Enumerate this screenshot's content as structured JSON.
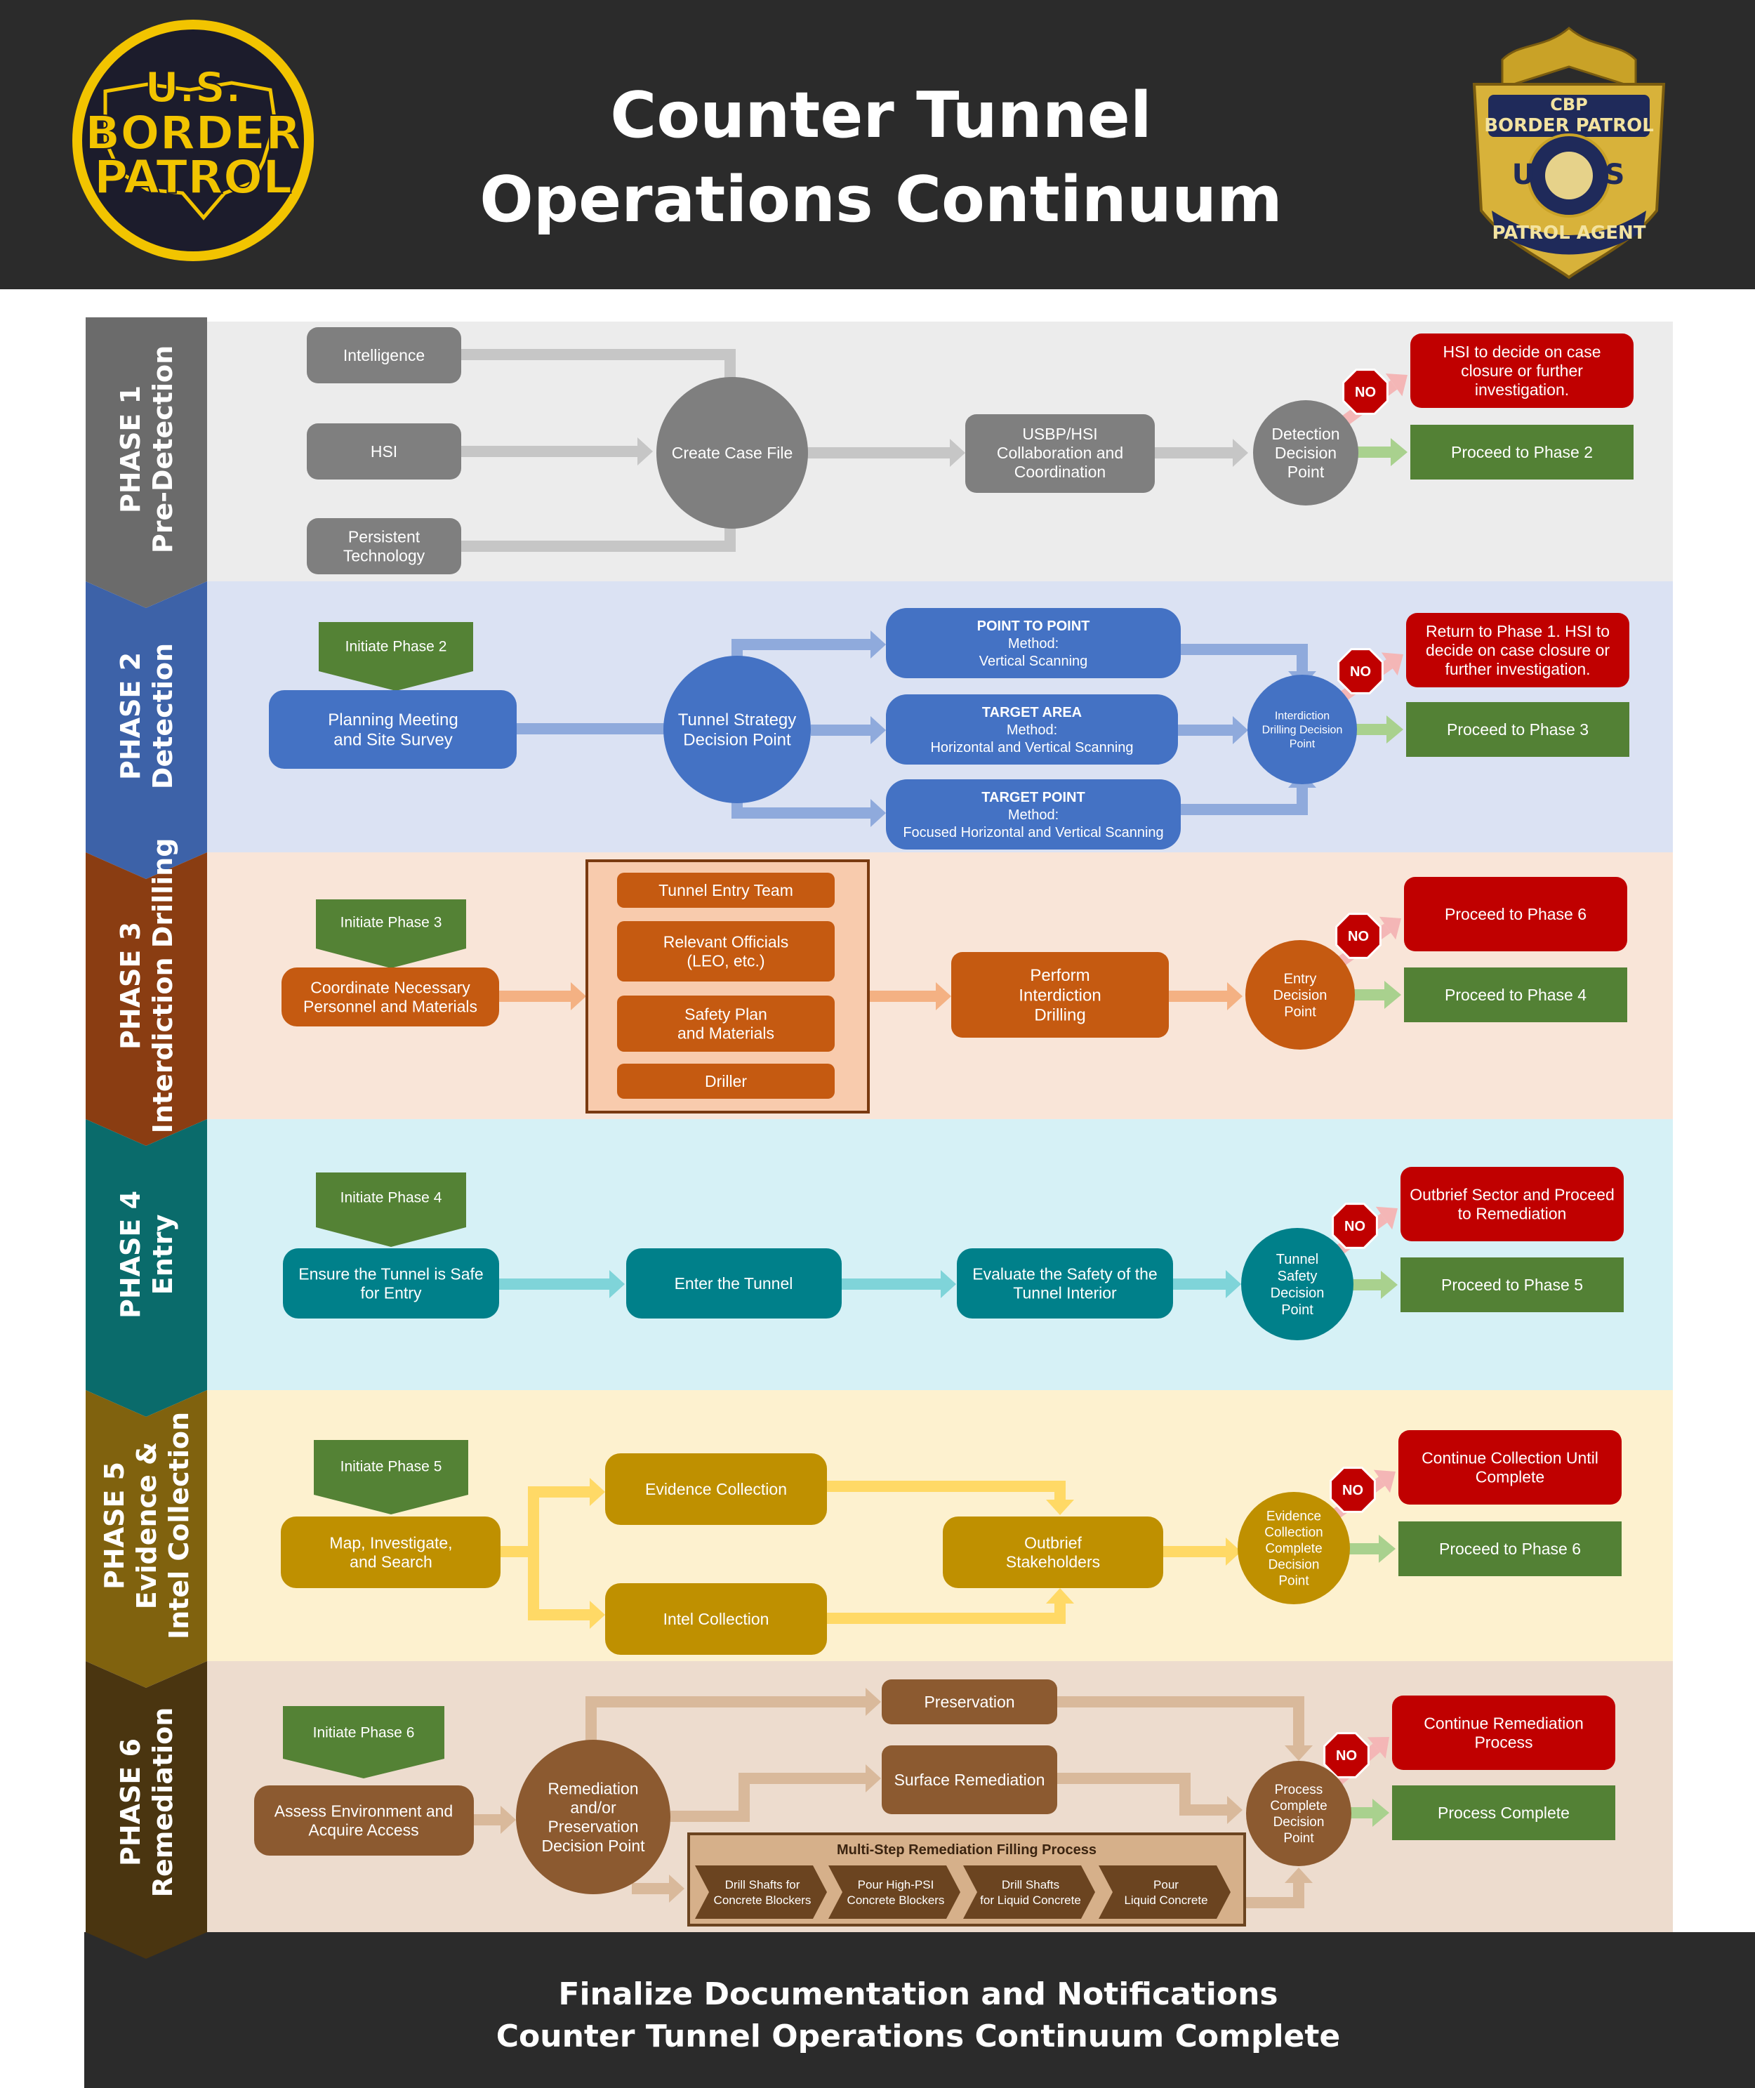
{
  "header": {
    "title_lines": [
      "Counter Tunnel",
      "Operations Continuum"
    ],
    "logo_left": {
      "lines": [
        "U.S.",
        "BORDER",
        "PATROL"
      ]
    },
    "badge_right": {
      "lines": [
        "CBP",
        "BORDER PATROL",
        "U",
        "S",
        "PATROL AGENT"
      ]
    }
  },
  "footer": {
    "lines": [
      "Finalize Documentation and Notifications",
      "Counter Tunnel Operations Continuum Complete"
    ]
  },
  "colors": {
    "header_bg": "#2b2b2b",
    "no_red": "#c00000",
    "proceed_green": "#538135",
    "phase1": "#6b6b6b",
    "phase2": "#4472c4",
    "phase3": "#c55a11",
    "phase4": "#00808a",
    "phase5": "#bf9000",
    "phase6": "#8c5a30"
  },
  "phases": [
    {
      "label_lines": [
        "PHASE 1",
        "Pre-Detection"
      ],
      "nodes": {
        "intel": "Intelligence",
        "hsi": "HSI",
        "persistent": [
          "Persistent",
          "Technology"
        ],
        "case_file": "Create Case File",
        "collab": [
          "USBP/HSI",
          "Collaboration and",
          "Coordination"
        ],
        "decision": [
          "Detection",
          "Decision",
          "Point"
        ],
        "no_result": [
          "HSI to decide on case",
          "closure or further",
          "investigation."
        ],
        "yes_result": "Proceed to Phase 2"
      }
    },
    {
      "label_lines": [
        "PHASE 2",
        "Detection"
      ],
      "nodes": {
        "initiate": "Initiate Phase 2",
        "planning": [
          "Planning Meeting",
          "and Site Survey"
        ],
        "strategy": [
          "Tunnel Strategy",
          "Decision Point"
        ],
        "p2p": [
          "POINT TO POINT",
          "Method:",
          "Vertical Scanning"
        ],
        "target_area": [
          "TARGET AREA",
          "Method:",
          "Horizontal and Vertical Scanning"
        ],
        "target_point": [
          "TARGET POINT",
          "Method:",
          "Focused Horizontal and Vertical Scanning"
        ],
        "decision": [
          "Interdiction",
          "Drilling Decision",
          "Point"
        ],
        "no_result": [
          "Return to Phase 1. HSI to",
          "decide on case closure or",
          "further investigation."
        ],
        "yes_result": "Proceed to Phase 3"
      }
    },
    {
      "label_lines": [
        "PHASE 3",
        "Interdiction Drilling"
      ],
      "nodes": {
        "initiate": "Initiate Phase 3",
        "coordinate": [
          "Coordinate Necessary",
          "Personnel and Materials"
        ],
        "team": "Tunnel Entry Team",
        "officials": [
          "Relevant Officials",
          "(LEO, etc.)"
        ],
        "safety": [
          "Safety Plan",
          "and Materials"
        ],
        "driller": "Driller",
        "perform": [
          "Perform",
          "Interdiction",
          "Drilling"
        ],
        "decision": [
          "Entry",
          "Decision",
          "Point"
        ],
        "no_result": "Proceed to Phase 6",
        "yes_result": "Proceed to Phase 4"
      }
    },
    {
      "label_lines": [
        "PHASE 4",
        "Entry"
      ],
      "nodes": {
        "initiate": "Initiate Phase 4",
        "ensure": [
          "Ensure the Tunnel is Safe",
          "for Entry"
        ],
        "enter": "Enter the Tunnel",
        "evaluate": [
          "Evaluate the Safety of the",
          "Tunnel Interior"
        ],
        "decision": [
          "Tunnel",
          "Safety",
          "Decision",
          "Point"
        ],
        "no_result": [
          "Outbrief Sector and Proceed",
          "to Remediation"
        ],
        "yes_result": "Proceed to Phase 5"
      }
    },
    {
      "label_lines": [
        "PHASE 5",
        "Evidence &",
        "Intel Collection"
      ],
      "nodes": {
        "initiate": "Initiate Phase 5",
        "map": [
          "Map, Investigate,",
          "and Search"
        ],
        "evidence": "Evidence Collection",
        "intel": "Intel Collection",
        "outbrief": [
          "Outbrief",
          "Stakeholders"
        ],
        "decision": [
          "Evidence",
          "Collection",
          "Complete",
          "Decision",
          "Point"
        ],
        "no_result": [
          "Continue Collection Until",
          "Complete"
        ],
        "yes_result": "Proceed to Phase 6"
      }
    },
    {
      "label_lines": [
        "PHASE 6",
        "Remediation"
      ],
      "nodes": {
        "initiate": "Initiate Phase 6",
        "assess": [
          "Assess Environment and",
          "Acquire Access"
        ],
        "remediation_dp": [
          "Remediation",
          "and/or",
          "Preservation",
          "Decision Point"
        ],
        "preservation": "Preservation",
        "surface": "Surface Remediation",
        "multi_title": "Multi-Step Remediation Filling Process",
        "steps": [
          [
            "Drill Shafts for",
            "Concrete Blockers"
          ],
          [
            "Pour High-PSI",
            "Concrete Blockers"
          ],
          [
            "Drill Shafts",
            "for Liquid Concrete"
          ],
          [
            "Pour",
            "Liquid Concrete"
          ]
        ],
        "decision": [
          "Process",
          "Complete",
          "Decision",
          "Point"
        ],
        "no_result": [
          "Continue Remediation",
          "Process"
        ],
        "yes_result": "Process Complete"
      }
    }
  ],
  "no_label": "NO"
}
